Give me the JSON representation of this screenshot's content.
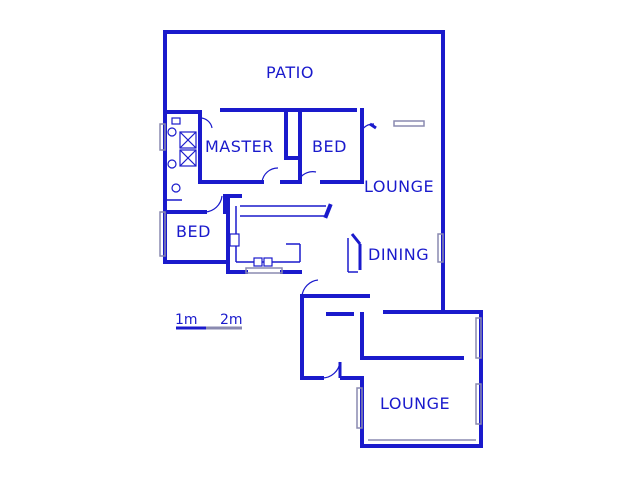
{
  "plan": {
    "wall_color": "#1a1acc",
    "window_color": "#8a8ab0",
    "rooms": {
      "patio": "PATIO",
      "master": "MASTER",
      "bed_1": "BED",
      "lounge_1": "LOUNGE",
      "bed_2": "BED",
      "dining": "DINING",
      "lounge_2": "LOUNGE"
    },
    "scale": {
      "mark_1": "1m",
      "mark_2": "2m"
    }
  }
}
